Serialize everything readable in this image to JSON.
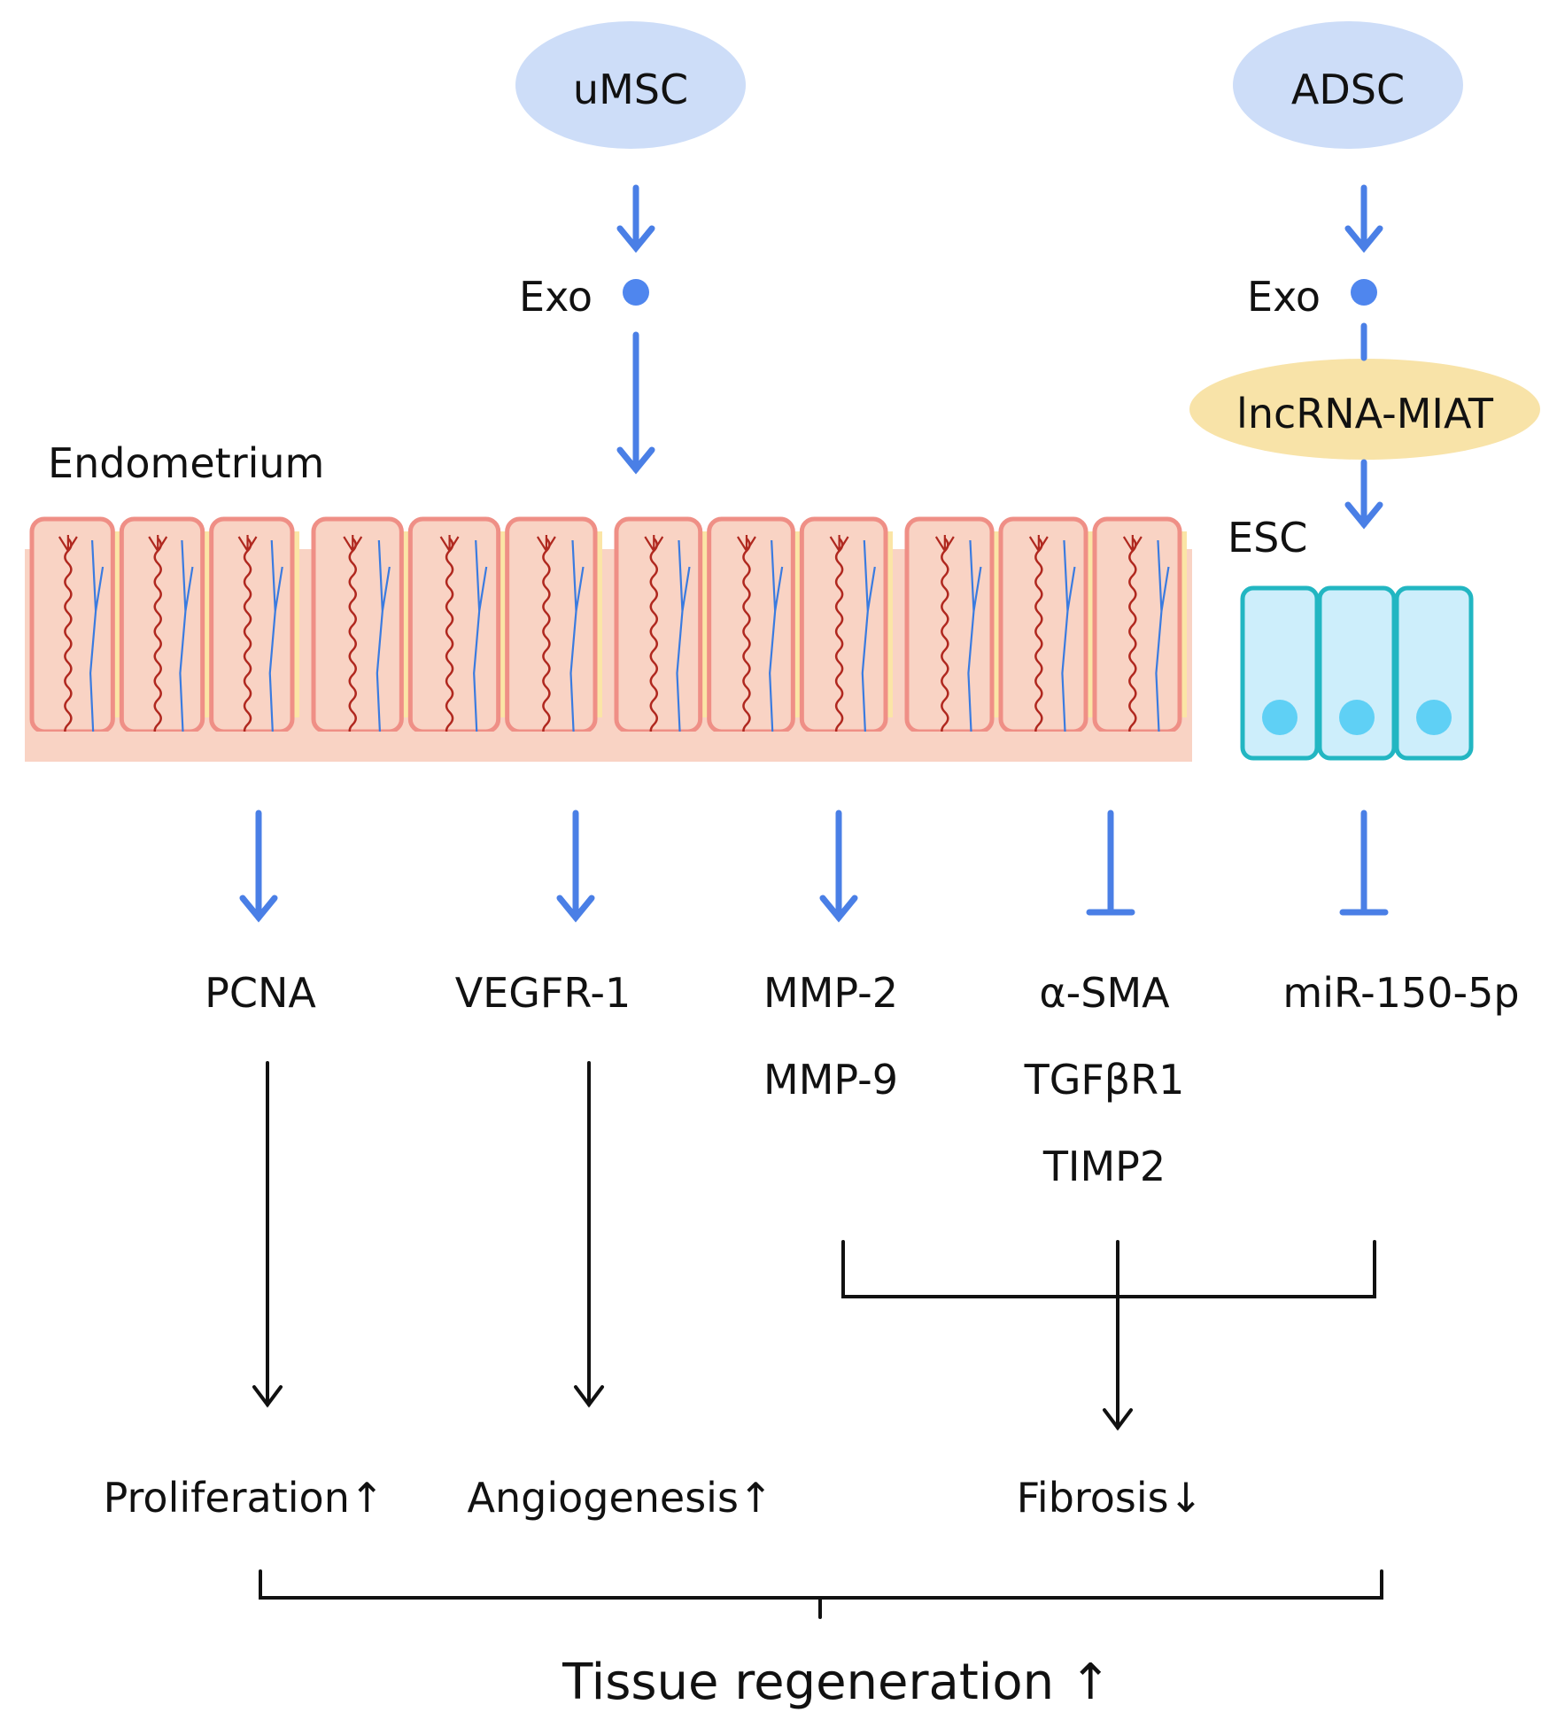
{
  "sources": {
    "umsc": "uMSC",
    "adsc": "ADSC",
    "exo_left": "Exo",
    "exo_right": "Exo",
    "lncrna": "lncRNA-MIAT"
  },
  "tissue": {
    "endometrium": "Endometrium",
    "esc": "ESC"
  },
  "targets": {
    "pcna": "PCNA",
    "vegfr1": "VEGFR-1",
    "mmp2": "MMP-2",
    "mmp9": "MMP-9",
    "asma": "α-SMA",
    "tgfbr1": "TGFβR1",
    "timp2": "TIMP2",
    "mir": "miR-150-5p"
  },
  "outcomes": {
    "proliferation": "Proliferation↑",
    "angiogenesis": "Angiogenesis↑",
    "fibrosis": "Fibrosis↓",
    "regeneration": "Tissue regeneration ↑"
  },
  "colors": {
    "source_ellipse": "#cdddf8",
    "lncrna_ellipse": "#f8e3a8",
    "blue_arrow": "#4a7fe6",
    "exo_dot": "#4f86ee",
    "black_arrow": "#111111",
    "tissue_fill": "#f9d3c4",
    "tissue_edge": "#ef8f86",
    "tissue_stroma": "#fbe5a6",
    "vessel_red": "#b0281f",
    "vessel_blue": "#3a7be0",
    "esc_fill": "#cdeefb",
    "esc_edge": "#22b6c2",
    "esc_nucleus": "#5fd0f5"
  },
  "icons": [
    "exosome-dot-icon",
    "endometrium-tissue-icon",
    "esc-cells-icon",
    "activation-arrow-icon",
    "inhibition-bar-icon"
  ]
}
